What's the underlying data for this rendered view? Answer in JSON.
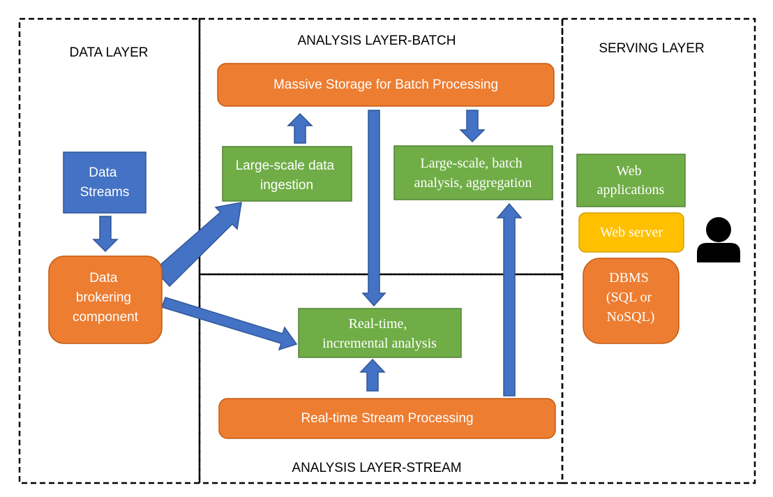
{
  "layers": {
    "data": "DATA LAYER",
    "batch": "ANALYSIS LAYER-BATCH",
    "stream": "ANALYSIS LAYER-STREAM",
    "serving": "SERVING LAYER"
  },
  "nodes": {
    "data_streams": [
      "Data",
      "Streams"
    ],
    "broker": [
      "Data",
      "brokering",
      "component"
    ],
    "ingestion": [
      "Large-scale data",
      "ingestion"
    ],
    "batch_storage": [
      "Massive Storage for Batch Processing"
    ],
    "batch_analysis": [
      "Large-scale, batch",
      "analysis, aggregation"
    ],
    "realtime_analysis": [
      "Real-time,",
      "incremental analysis"
    ],
    "stream_processing": [
      "Real-time Stream Processing"
    ],
    "web_apps": [
      "Web",
      "applications"
    ],
    "web_server": [
      "Web server"
    ],
    "dbms": [
      "DBMS",
      "(SQL or",
      "NoSQL)"
    ]
  },
  "colors": {
    "blue": "#4472C4",
    "blue_edge": "#2F5597",
    "orange": "#ED7D31",
    "orange_edge": "#C55A11",
    "green": "#70AD47",
    "green_edge": "#548235",
    "yellow": "#FFC000",
    "yellow_edge": "#D6A000",
    "user": "#000000"
  },
  "icons": {
    "user": "user-icon"
  }
}
